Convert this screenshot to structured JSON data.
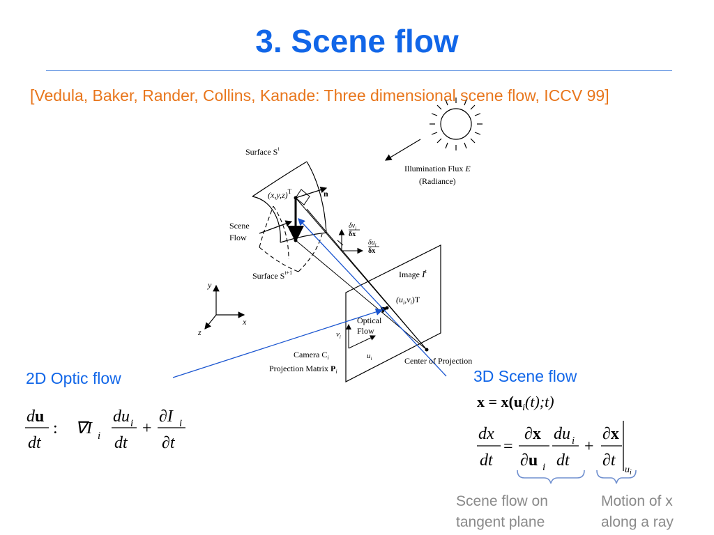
{
  "slide": {
    "title": "3. Scene flow",
    "citation": "[Vedula, Baker, Rander, Collins, Kanade: Three dimensional scene flow, ICCV 99]",
    "label_2d": "2D Optic flow",
    "label_3d": "3D Scene flow",
    "caption_tangent": "Scene flow on tangent plane",
    "caption_ray": "Motion of x along a ray"
  },
  "diagram": {
    "surface_t": "Surface S",
    "surface_t_sup": "t",
    "surface_t1": "Surface S",
    "surface_t1_sup": "t+1",
    "illumination_line1": "Illumination Flux",
    "illumination_E": "E",
    "illumination_line2": "(Radiance)",
    "point_xyz": "(x,y,z)",
    "point_T": "T",
    "normal_n": "n",
    "scene_flow_line1": "Scene",
    "scene_flow_line2": "Flow",
    "image_label": "Image",
    "image_I": "I",
    "uv_label": "(u",
    "uv_mid": ",v",
    "uv_end": ")T",
    "optical_line1": "Optical",
    "optical_line2": "Flow",
    "camera_line1": "Camera C",
    "camera_line2": "Projection Matrix",
    "camera_P": "P",
    "center_of_projection": "Center of Projection",
    "axis_x": "x",
    "axis_y": "y",
    "axis_z": "z",
    "v_label": "v",
    "u_label": "u",
    "sub_i": "i",
    "sup_t": "t",
    "delta_v": "δv",
    "delta_u": "δu",
    "delta_x": "δx"
  },
  "equations": {
    "optic_d": "d",
    "optic_u": "u",
    "optic_dt": "dt",
    "optic_colon": ":",
    "optic_nabla": "∇I",
    "optic_sub_i": "i",
    "optic_du": "du",
    "optic_plus": "+",
    "optic_partial_I": "∂I",
    "optic_partial_t": "∂t",
    "scene_x_def": "x = x(u",
    "scene_x_def_i": "i",
    "scene_x_def_end": "(t);t)",
    "scene_dx": "dx",
    "scene_dt": "dt",
    "scene_eq": "=",
    "scene_partial_x": "∂x",
    "scene_partial_u": "∂u",
    "scene_du": "du",
    "scene_plus": "+",
    "scene_partial_t": "∂t",
    "scene_eval_u": "u",
    "scene_eval_i": "i",
    "scene_sub_i": "i"
  },
  "colors": {
    "title": "#1166e8",
    "citation": "#e8761c",
    "blue_label": "#1166e8",
    "caption": "#8a8a8a",
    "brace": "#6f8fcf"
  }
}
